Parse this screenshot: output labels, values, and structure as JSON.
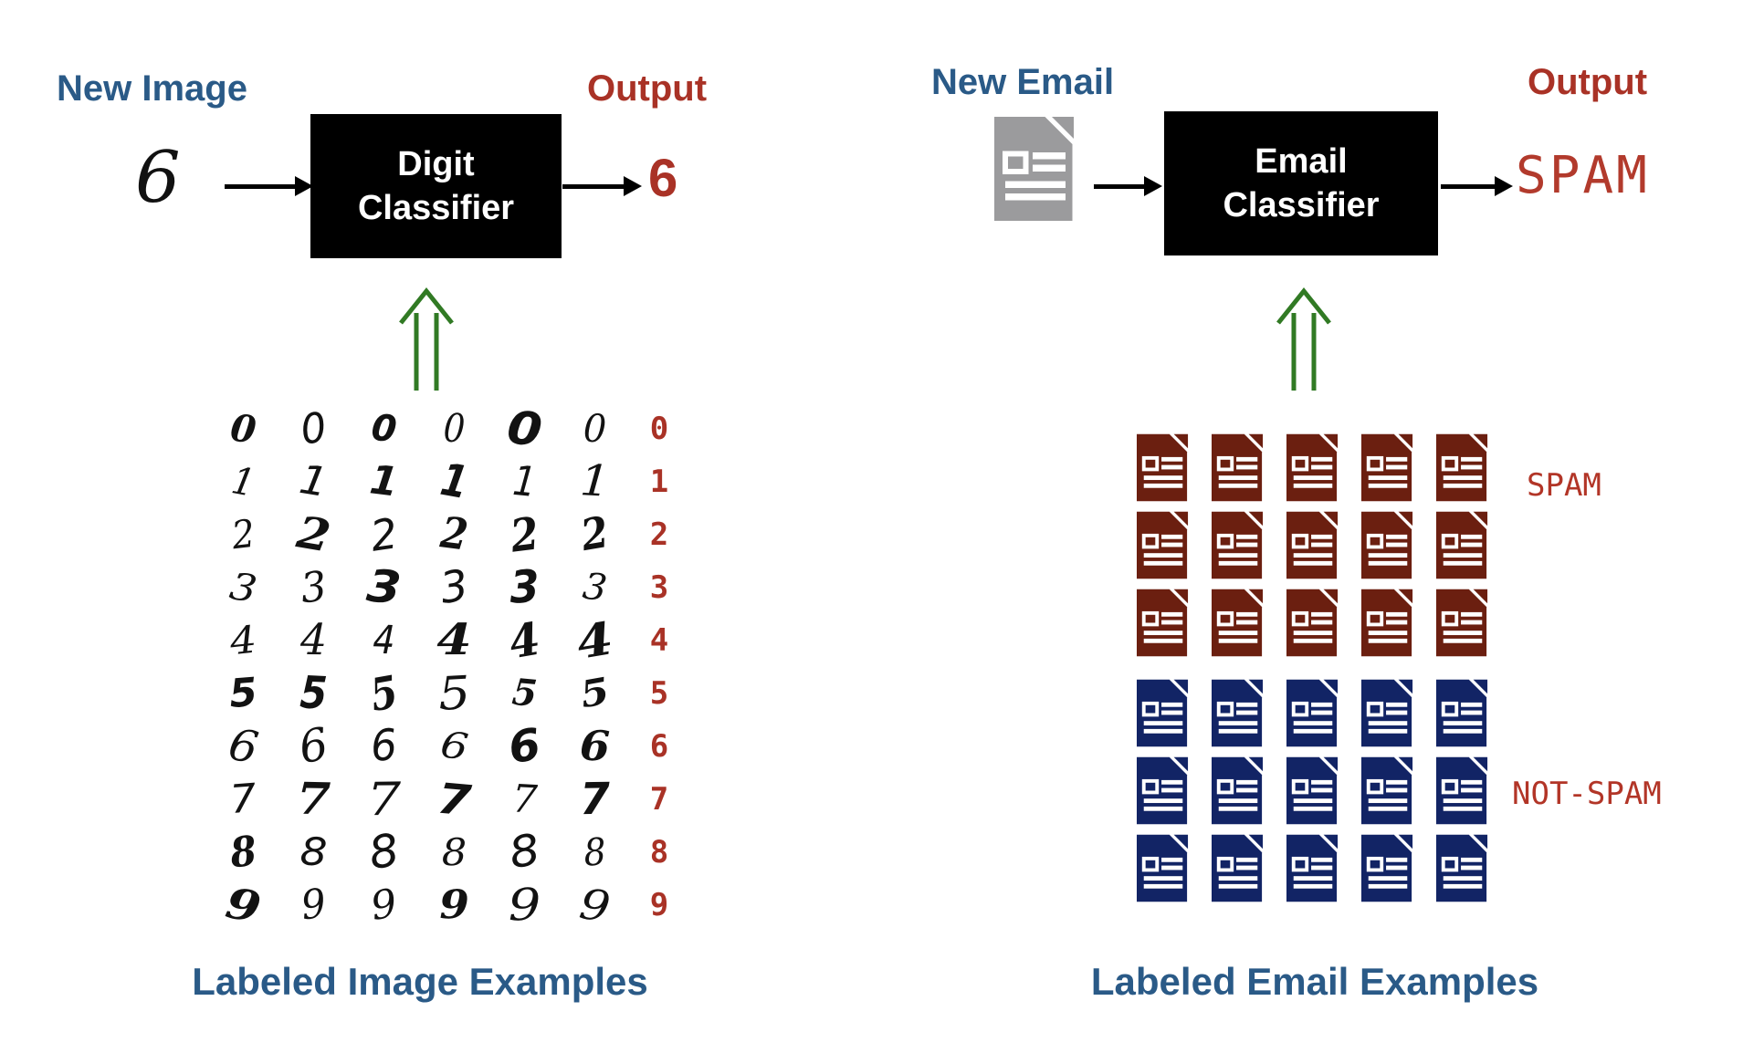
{
  "left": {
    "input_label": "New Image",
    "input_digit": "6",
    "classifier_line1": "Digit",
    "classifier_line2": "Classifier",
    "output_label": "Output",
    "output_value": "6",
    "caption": "Labeled Image Examples",
    "digit_grid": {
      "rows": [
        {
          "label": "0",
          "samples": [
            "0",
            "0",
            "0",
            "0",
            "0",
            "0"
          ]
        },
        {
          "label": "1",
          "samples": [
            "1",
            "1",
            "1",
            "1",
            "1",
            "1"
          ]
        },
        {
          "label": "2",
          "samples": [
            "2",
            "2",
            "2",
            "2",
            "2",
            "2"
          ]
        },
        {
          "label": "3",
          "samples": [
            "3",
            "3",
            "3",
            "3",
            "3",
            "3"
          ]
        },
        {
          "label": "4",
          "samples": [
            "4",
            "4",
            "4",
            "4",
            "4",
            "4"
          ]
        },
        {
          "label": "5",
          "samples": [
            "5",
            "5",
            "5",
            "5",
            "5",
            "5"
          ]
        },
        {
          "label": "6",
          "samples": [
            "6",
            "6",
            "6",
            "6",
            "6",
            "6"
          ]
        },
        {
          "label": "7",
          "samples": [
            "7",
            "7",
            "7",
            "7",
            "7",
            "7"
          ]
        },
        {
          "label": "8",
          "samples": [
            "8",
            "8",
            "8",
            "8",
            "8",
            "8"
          ]
        },
        {
          "label": "9",
          "samples": [
            "9",
            "9",
            "9",
            "9",
            "9",
            "9"
          ]
        }
      ]
    }
  },
  "right": {
    "input_label": "New Email",
    "classifier_line1": "Email",
    "classifier_line2": "Classifier",
    "output_label": "Output",
    "output_value": "SPAM",
    "caption": "Labeled Email Examples",
    "email_grid": {
      "spam_label": "SPAM",
      "not_spam_label": "NOT-SPAM",
      "spam_rows": 3,
      "spam_cols": 5,
      "not_spam_rows": 3,
      "not_spam_cols": 5
    }
  },
  "icons": {
    "new_email_icon": "document-icon",
    "spam_item_icon": "document-icon",
    "not_spam_item_icon": "document-icon",
    "training_arrow_icon": "up-arrow-icon",
    "flow_arrow_icon": "arrow-right-icon"
  },
  "colors": {
    "heading_blue": "#2A5A87",
    "output_red": "#A93226",
    "spam_text_red": "#B23527",
    "spam_doc_maroon": "#6B1F10",
    "not_spam_doc_navy": "#122465",
    "green_arrow": "#317A24",
    "new_email_doc_gray": "#9B9B9D",
    "classifier_box_black": "#000000"
  }
}
